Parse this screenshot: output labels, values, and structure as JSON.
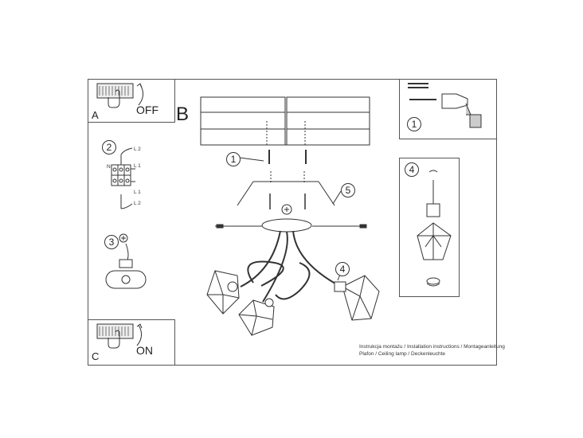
{
  "steps": {
    "a": {
      "letter": "A",
      "switch_label": "OFF"
    },
    "b": {
      "letter": "B"
    },
    "c": {
      "letter": "C",
      "switch_label": "ON"
    }
  },
  "callouts": [
    "1",
    "2",
    "3",
    "4",
    "5"
  ],
  "wiring": {
    "n": "N",
    "l1": "L 1",
    "l2": "L 2"
  },
  "footer": {
    "line1": "Instrukcja montażu / Installation instructions / Montageanleitung",
    "line2": "Plafon / Ceiling lamp / Deckenleuchte"
  }
}
